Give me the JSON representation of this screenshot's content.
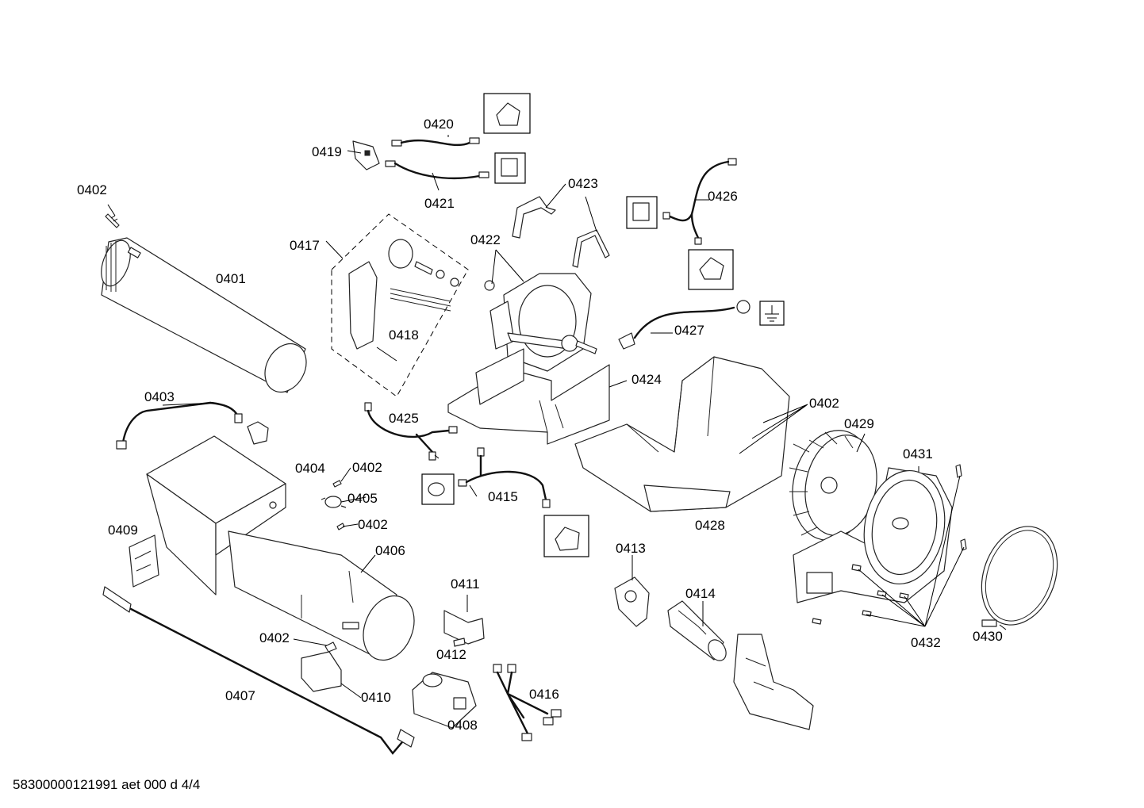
{
  "diagram": {
    "labels": [
      {
        "id": "0401",
        "text": "0401"
      },
      {
        "id": "0402a",
        "text": "0402"
      },
      {
        "id": "0402b",
        "text": "0402"
      },
      {
        "id": "0402c",
        "text": "0402"
      },
      {
        "id": "0402d",
        "text": "0402"
      },
      {
        "id": "0402e",
        "text": "0402"
      },
      {
        "id": "0403",
        "text": "0403"
      },
      {
        "id": "0404",
        "text": "0404"
      },
      {
        "id": "0405",
        "text": "0405"
      },
      {
        "id": "0406",
        "text": "0406"
      },
      {
        "id": "0407",
        "text": "0407"
      },
      {
        "id": "0408",
        "text": "0408"
      },
      {
        "id": "0409",
        "text": "0409"
      },
      {
        "id": "0410",
        "text": "0410"
      },
      {
        "id": "0411",
        "text": "0411"
      },
      {
        "id": "0412",
        "text": "0412"
      },
      {
        "id": "0413",
        "text": "0413"
      },
      {
        "id": "0414",
        "text": "0414"
      },
      {
        "id": "0415",
        "text": "0415"
      },
      {
        "id": "0416",
        "text": "0416"
      },
      {
        "id": "0417",
        "text": "0417"
      },
      {
        "id": "0418",
        "text": "0418"
      },
      {
        "id": "0419",
        "text": "0419"
      },
      {
        "id": "0420",
        "text": "0420"
      },
      {
        "id": "0421",
        "text": "0421"
      },
      {
        "id": "0422",
        "text": "0422"
      },
      {
        "id": "0423",
        "text": "0423"
      },
      {
        "id": "0424",
        "text": "0424"
      },
      {
        "id": "0425",
        "text": "0425"
      },
      {
        "id": "0426",
        "text": "0426"
      },
      {
        "id": "0427",
        "text": "0427"
      },
      {
        "id": "0428",
        "text": "0428"
      },
      {
        "id": "0429",
        "text": "0429"
      },
      {
        "id": "0430",
        "text": "0430"
      },
      {
        "id": "0431",
        "text": "0431"
      },
      {
        "id": "0432",
        "text": "0432"
      }
    ]
  },
  "footer": {
    "document_code": "58300000121991 aet 000 d 4/4"
  }
}
